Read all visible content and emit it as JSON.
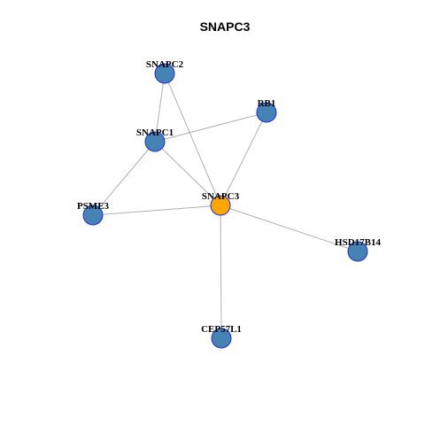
{
  "graph": {
    "title": "SNAPC3",
    "colors": {
      "center_fill": "#FFA500",
      "node_fill": "#4682B4",
      "node_stroke": "#1E2FCC",
      "edge": "#B0B0B0"
    },
    "nodes": [
      {
        "id": "SNAPC3",
        "label": "SNAPC3",
        "center": true
      },
      {
        "id": "SNAPC2",
        "label": "SNAPC2",
        "center": false
      },
      {
        "id": "RB1",
        "label": "RB1",
        "center": false
      },
      {
        "id": "SNAPC1",
        "label": "SNAPC1",
        "center": false
      },
      {
        "id": "PSME3",
        "label": "PSME3",
        "center": false
      },
      {
        "id": "HSD17B14",
        "label": "HSD17B14",
        "center": false
      },
      {
        "id": "CEP57L1",
        "label": "CEP57L1",
        "center": false
      }
    ],
    "edges": [
      {
        "source": "SNAPC3",
        "target": "SNAPC2"
      },
      {
        "source": "SNAPC3",
        "target": "RB1"
      },
      {
        "source": "SNAPC3",
        "target": "SNAPC1"
      },
      {
        "source": "SNAPC3",
        "target": "PSME3"
      },
      {
        "source": "SNAPC3",
        "target": "HSD17B14"
      },
      {
        "source": "SNAPC3",
        "target": "CEP57L1"
      },
      {
        "source": "SNAPC2",
        "target": "SNAPC1"
      },
      {
        "source": "SNAPC1",
        "target": "RB1"
      },
      {
        "source": "SNAPC1",
        "target": "PSME3"
      }
    ]
  }
}
